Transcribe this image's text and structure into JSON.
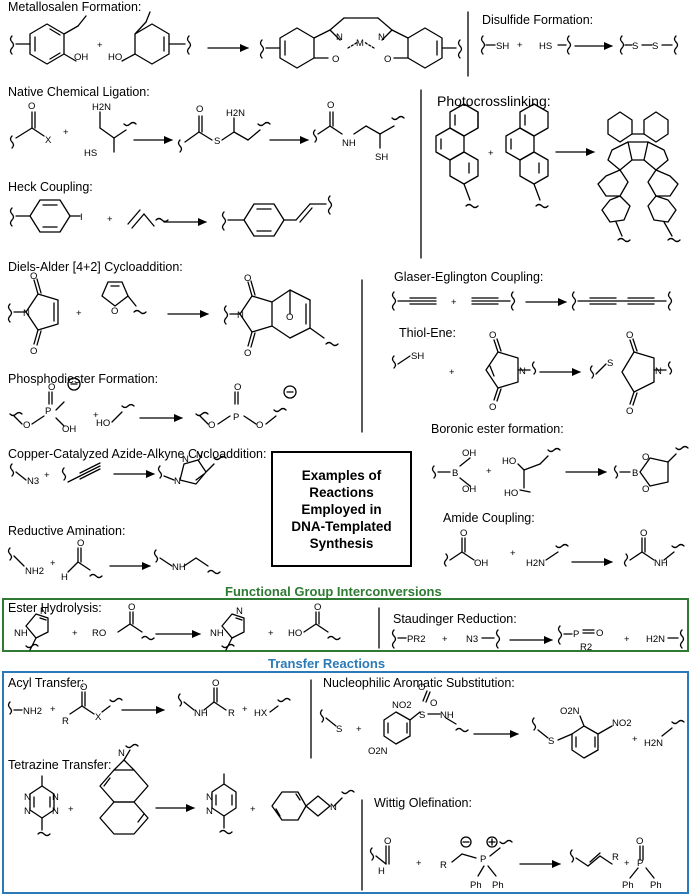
{
  "main_title": "Examples of\nReactions\nEmployed in\nDNA-Templated\nSynthesis",
  "reactions": {
    "metallosalen": "Metallosalen Formation:",
    "disulfide": "Disulfide Formation:",
    "ncl": "Native Chemical Ligation:",
    "photocrosslinking": "Photocrosslinking:",
    "heck": "Heck Coupling:",
    "diels_alder": "Diels-Alder [4+2] Cycloaddition:",
    "glaser": "Glaser-Eglington Coupling:",
    "thiol_ene": "Thiol-Ene:",
    "phosphodiester": "Phosphodiester Formation:",
    "boronic": "Boronic ester formation:",
    "cuaac": "Copper-Catalyzed Azide-Alkyne Cycloaddition:",
    "amide": "Amide Coupling:",
    "reductive": "Reductive Amination:"
  },
  "sections": {
    "fgi": {
      "title": "Functional Group Interconversions",
      "color": "#2e7a33",
      "ester": "Ester Hydrolysis:",
      "staudinger": "Staudinger Reduction:"
    },
    "transfer": {
      "title": "Transfer Reactions",
      "color": "#2a7ab8",
      "acyl": "Acyl Transfer:",
      "snar": "Nucleophilic Aromatic Substitution:",
      "tetrazine": "Tetrazine Transfer:",
      "wittig": "Wittig Olefination:"
    }
  },
  "atoms": {
    "plus": "+",
    "oh": "OH",
    "ho": "HO",
    "m": "M",
    "o": "O",
    "n": "N",
    "sh": "SH",
    "hs": "HS",
    "s": "S",
    "h2n": "H2N",
    "h": "H",
    "x": "X",
    "i": "I",
    "p": "P",
    "n3": "N3",
    "nh2": "NH2",
    "b": "B",
    "pr2": "PR2",
    "r2": "R2",
    "r": "R",
    "ro": "RO",
    "hx": "HX",
    "ph": "Ph",
    "no2": "NO2",
    "o2n": "O2N",
    "nh": "NH"
  }
}
